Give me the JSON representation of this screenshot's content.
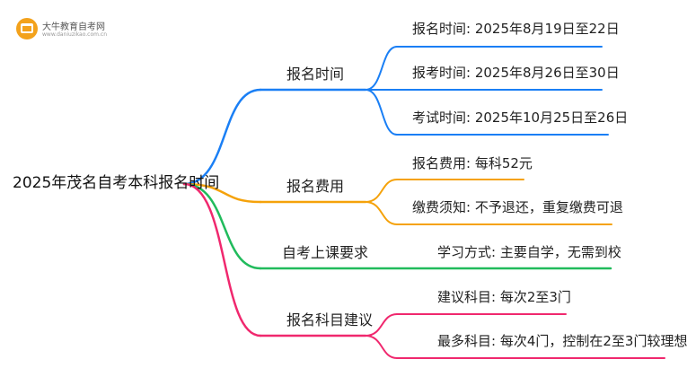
{
  "watermark": {
    "name": "大牛教育自考网",
    "url": "www.daniuzikao.com.cn"
  },
  "mindmap": {
    "root": "2025年茂名自考本科报名时间",
    "branches": [
      {
        "label": "报名时间",
        "color": "#1a7ff5",
        "leaves": [
          "报名时间: 2025年8月19日至22日",
          "报考时间: 2025年8月26日至30日",
          "考试时间: 2025年10月25日至26日"
        ]
      },
      {
        "label": "报名费用",
        "color": "#f5a20a",
        "leaves": [
          "报名费用: 每科52元",
          "缴费须知: 不予退还，重复缴费可退"
        ]
      },
      {
        "label": "自考上课要求",
        "color": "#21bb5c",
        "leaves": [
          "学习方式: 主要自学，无需到校"
        ]
      },
      {
        "label": "报名科目建议",
        "color": "#f0286e",
        "leaves": [
          "建议科目: 每次2至3门",
          "最多科目: 每次4门，控制在2至3门较理想"
        ]
      }
    ]
  }
}
